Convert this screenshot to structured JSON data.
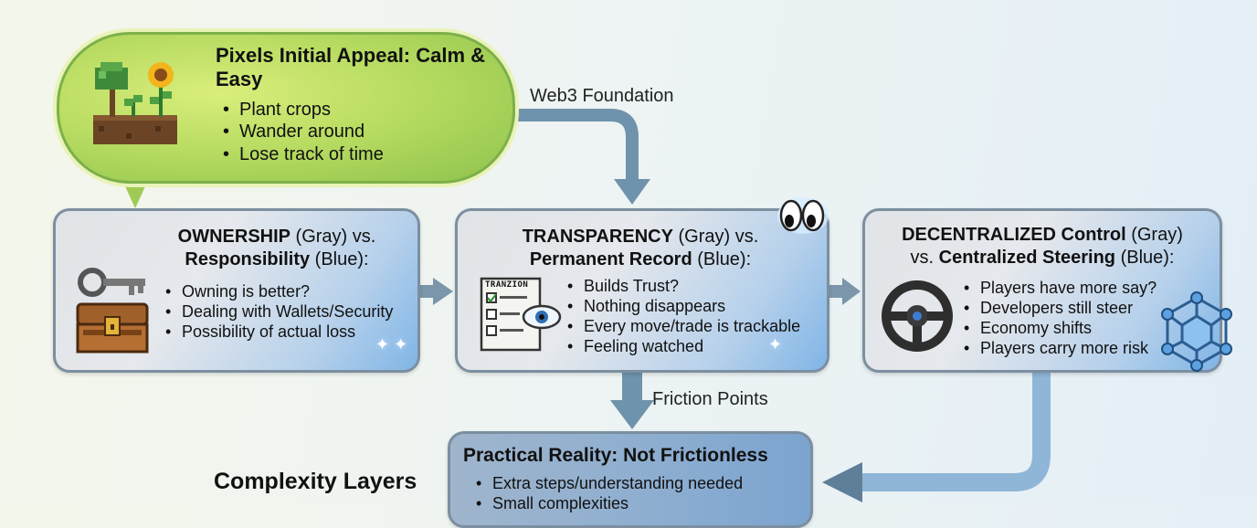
{
  "appeal": {
    "title": "Pixels Initial Appeal: Calm & Easy",
    "items": [
      "Plant crops",
      "Wander around",
      "Lose track of time"
    ]
  },
  "flow_labels": {
    "web3": "Web3 Foundation",
    "friction": "Friction Points",
    "complexity": "Complexity Layers"
  },
  "ownership": {
    "title_a": "OWNERSHIP",
    "title_a_tag": " (Gray) vs.",
    "title_b": "Responsibility",
    "title_b_tag": " (Blue):",
    "items": [
      "Owning is better?",
      "Dealing with Wallets/Security",
      "Possibility of actual loss"
    ]
  },
  "transparency": {
    "title_a": "TRANSPARENCY",
    "title_a_tag": " (Gray) vs.",
    "title_b": "Permanent Record",
    "title_b_tag": " (Blue):",
    "doc_label": "TRANZION",
    "items": [
      "Builds Trust?",
      "Nothing disappears",
      "Every move/trade is trackable",
      "Feeling watched"
    ]
  },
  "decentralized": {
    "title_a": "DECENTRALIZED Control",
    "title_a_tag": " (Gray)",
    "title_b_pre": "vs. ",
    "title_b": "Centralized Steering",
    "title_b_tag": " (Blue):",
    "items": [
      "Players have more say?",
      "Developers still steer",
      "Economy shifts",
      "Players carry more risk"
    ]
  },
  "reality": {
    "title": "Practical Reality: Not Frictionless",
    "items": [
      "Extra steps/understanding needed",
      "Small complexities"
    ]
  },
  "colors": {
    "bubble_green": "#b9dc62",
    "panel_gray": "#e1e4e7",
    "panel_blue": "#80b5e6",
    "arrow": "#6a8ca6"
  }
}
